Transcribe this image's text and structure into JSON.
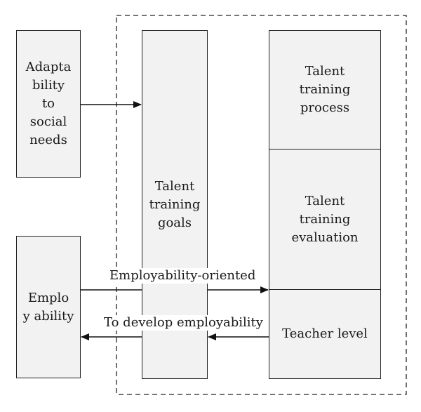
{
  "boxes": {
    "adaptability": "Adapta\nbility\nto\nsocial\nneeds",
    "employability": "Emplo\ny ability",
    "goals": "Talent\ntraining\ngoals",
    "process": "Talent\ntraining\nprocess",
    "evaluation": "Talent\ntraining\nevaluation",
    "teacher": "Teacher level"
  },
  "edges": {
    "employability_oriented": "Employability-oriented",
    "develop_employability": "To develop employability"
  },
  "colors": {
    "box_fill": "#f2f2f2",
    "stroke": "#222222",
    "background": "#ffffff"
  }
}
